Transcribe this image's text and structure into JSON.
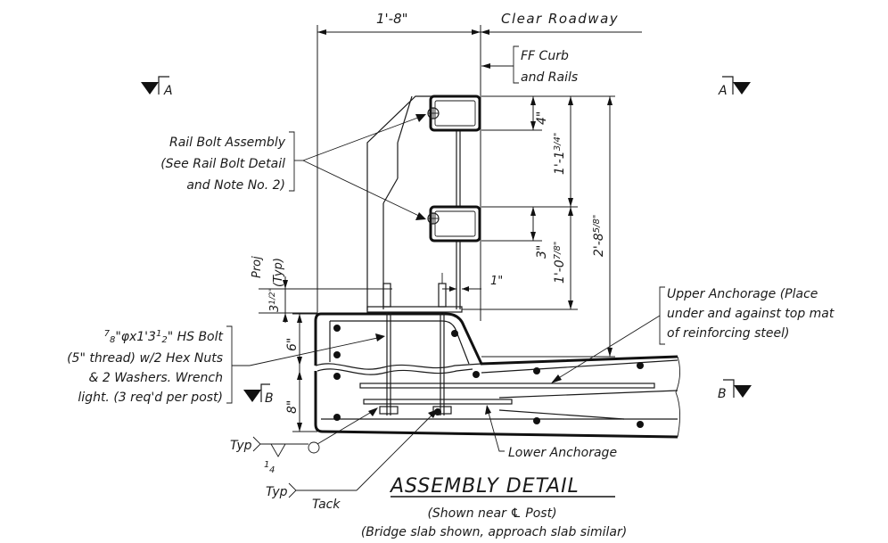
{
  "dimensions": {
    "post_offset": "1'-8\"",
    "clear_roadway": "Clear Roadway",
    "top_rail_height": "4\"",
    "rail_spacing_whole": "1'-1",
    "rail_spacing_frac": "3/4\"",
    "bottom_rail_height": "3\"",
    "bottom_rail_elev_whole": "1'-0",
    "bottom_rail_elev_frac": "7/8\"",
    "overall_height_whole": "2'-8",
    "overall_height_frac": "5/8\"",
    "proj_label": "Proj",
    "proj_typ": "(Typ)",
    "one_inch": "1\"",
    "curb_depth_whole": "3",
    "curb_depth_frac": "1/2\"",
    "six_inch": "6\"",
    "eight_inch": "8\""
  },
  "callouts": {
    "ff_curb_line1": "FF Curb",
    "ff_curb_line2": "and Rails",
    "rail_bolt_line1": "Rail Bolt Assembly",
    "rail_bolt_line2": "(See Rail Bolt Detail",
    "rail_bolt_line3": "and Note No. 2)",
    "hs_bolt_line1_a": "7",
    "hs_bolt_line1_b": "8",
    "hs_bolt_line1_c": "\"φx1'3",
    "hs_bolt_line1_d": "1",
    "hs_bolt_line1_e": "2",
    "hs_bolt_line1_f": "\" HS Bolt",
    "hs_bolt_line2": "(5\" thread) w/2 Hex Nuts",
    "hs_bolt_line3": "& 2 Washers. Wrench",
    "hs_bolt_line4": "light. (3 req'd per post)",
    "upper_anchorage_line1": "Upper Anchorage (Place",
    "upper_anchorage_line2": "under and against top mat",
    "upper_anchorage_line3": "of reinforcing steel)",
    "lower_anchorage": "Lower Anchorage",
    "typ_1": "Typ",
    "typ_2": "Typ",
    "weld_size_num": "1",
    "weld_size_den": "4",
    "tack": "Tack"
  },
  "section_marks": {
    "a_left": "A",
    "a_right": "A",
    "b_left": "B",
    "b_right": "B"
  },
  "title": {
    "main": "ASSEMBLY DETAIL",
    "sub1": "(Shown near ℄ Post)",
    "sub2": "(Bridge slab shown, approach slab similar)"
  }
}
